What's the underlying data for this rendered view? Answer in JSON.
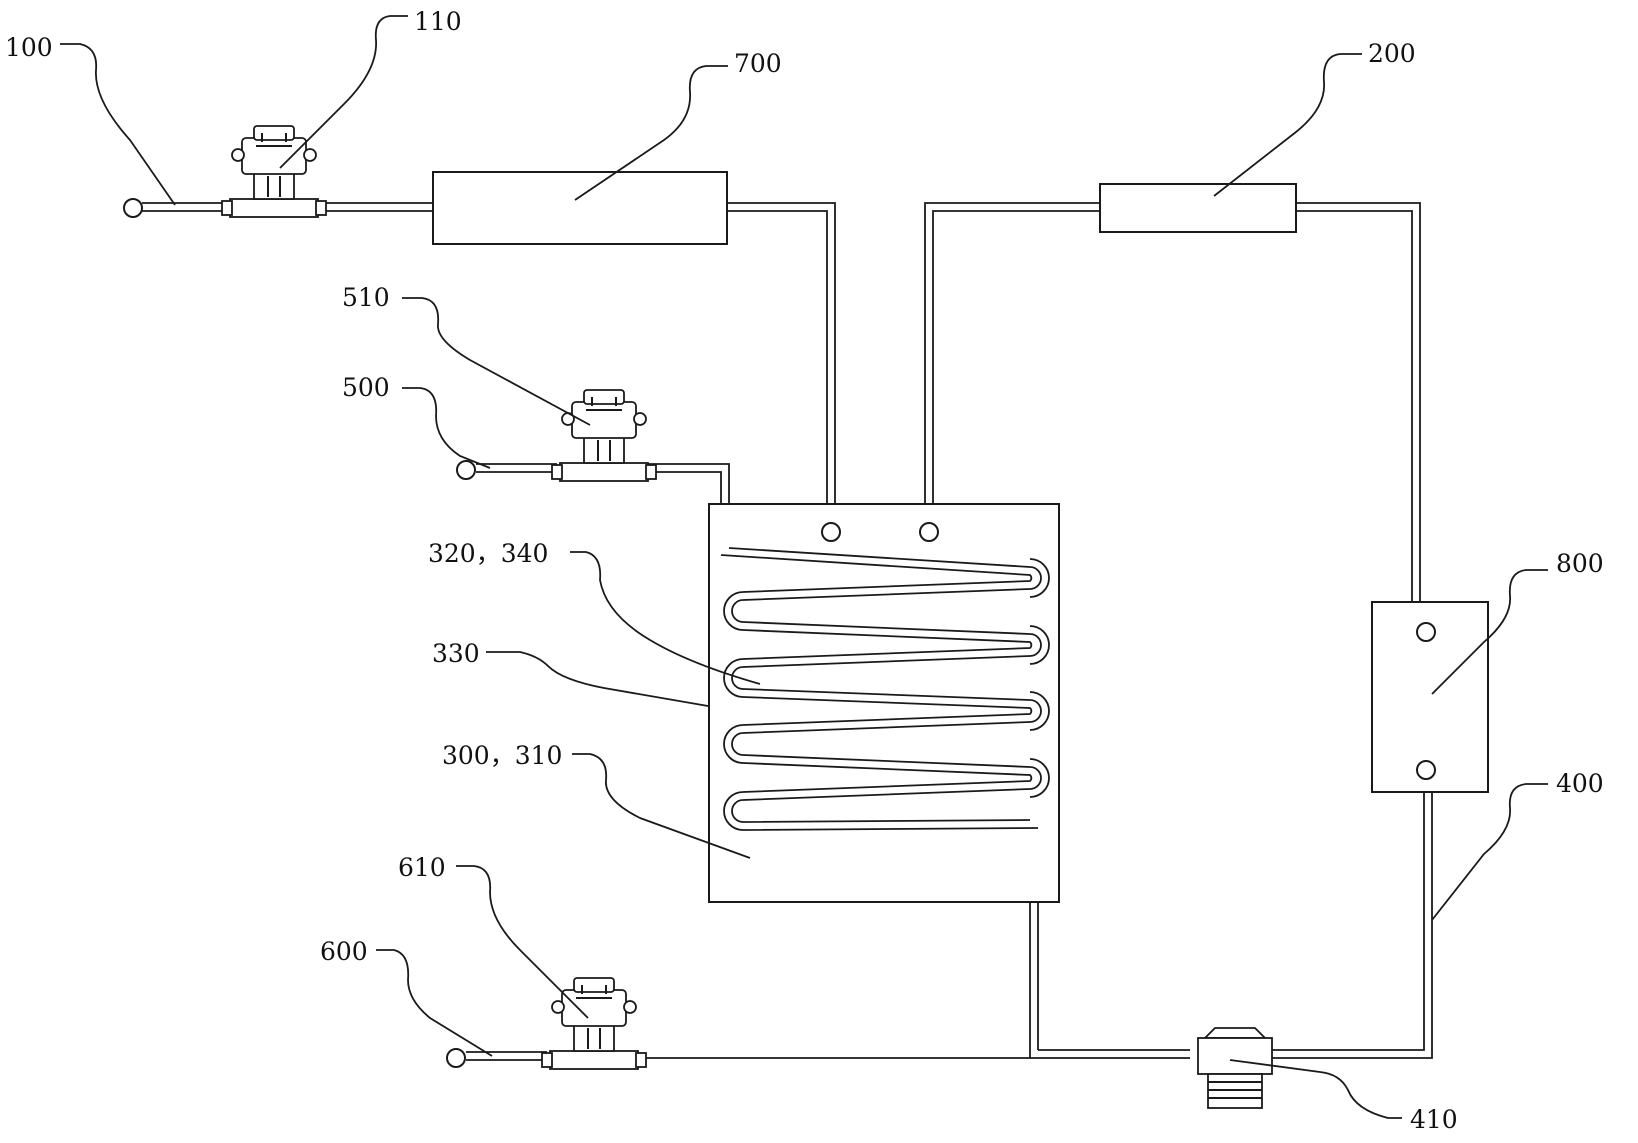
{
  "labels": {
    "l100": "100",
    "l110": "110",
    "l700": "700",
    "l200": "200",
    "l510": "510",
    "l500": "500",
    "l320_340": "320，340",
    "l330": "330",
    "l300_310": "300，310",
    "l800": "800",
    "l400": "400",
    "l610": "610",
    "l600": "600",
    "l410": "410"
  },
  "colors": {
    "line": "#1a1a1a",
    "background": "#ffffff"
  }
}
